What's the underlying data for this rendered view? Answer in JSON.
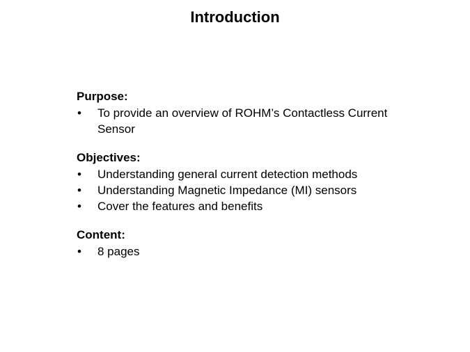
{
  "slide": {
    "title": "Introduction",
    "background_color": "#ffffff",
    "text_color": "#000000",
    "bullet_glyph": "•",
    "sections": [
      {
        "heading": "Purpose:",
        "bullets": [
          "To provide an overview of ROHM’s Contactless Current Sensor"
        ]
      },
      {
        "heading": "Objectives:",
        "bullets": [
          "Understanding general current detection methods",
          "Understanding Magnetic Impedance (MI) sensors",
          "Cover the features and benefits"
        ]
      },
      {
        "heading": "Content:",
        "bullets": [
          "8 pages"
        ]
      }
    ]
  }
}
